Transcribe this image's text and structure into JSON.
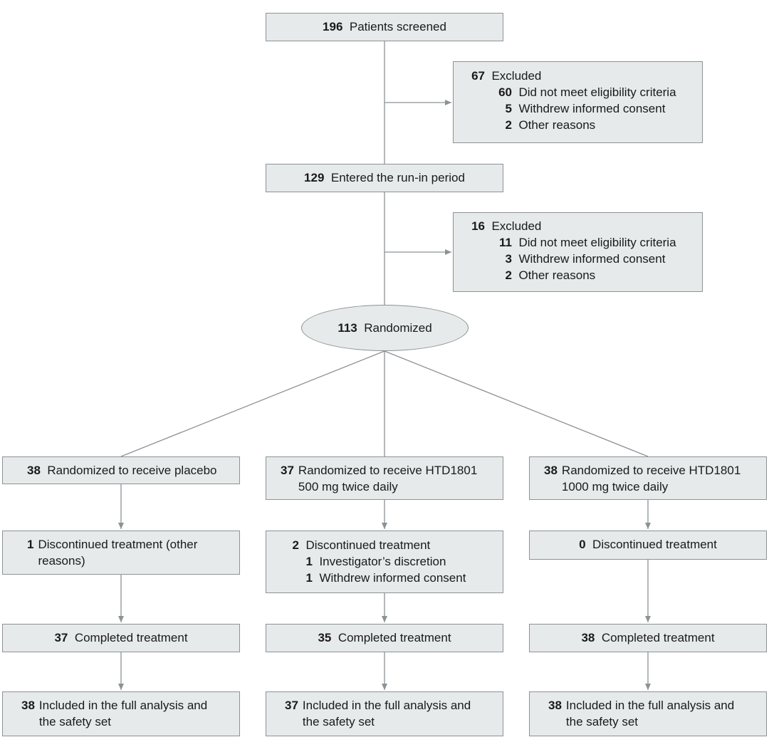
{
  "screened": {
    "n": "196",
    "label": "Patients screened"
  },
  "excluded1": {
    "n": "67",
    "label": "Excluded",
    "reasons": [
      {
        "n": "60",
        "label": "Did not meet eligibility criteria"
      },
      {
        "n": "5",
        "label": "Withdrew informed consent"
      },
      {
        "n": "2",
        "label": "Other reasons"
      }
    ]
  },
  "runin": {
    "n": "129",
    "label": "Entered the run-in period"
  },
  "excluded2": {
    "n": "16",
    "label": "Excluded",
    "reasons": [
      {
        "n": "11",
        "label": "Did not meet eligibility criteria"
      },
      {
        "n": "3",
        "label": "Withdrew informed consent"
      },
      {
        "n": "2",
        "label": "Other reasons"
      }
    ]
  },
  "randomized": {
    "n": "113",
    "label": "Randomized"
  },
  "arms": [
    {
      "alloc": {
        "n": "38",
        "label": "Randomized to receive placebo"
      },
      "disc": {
        "n": "1",
        "label": "Discontinued treatment (other reasons)",
        "reasons": []
      },
      "completed": {
        "n": "37",
        "label": "Completed treatment"
      },
      "analysis": {
        "n": "38",
        "label": "Included in the full analysis and the safety set"
      }
    },
    {
      "alloc": {
        "n": "37",
        "label": "Randomized to receive HTD1801 500 mg twice daily"
      },
      "disc": {
        "n": "2",
        "label": "Discontinued treatment",
        "reasons": [
          {
            "n": "1",
            "label": "Investigator’s discretion"
          },
          {
            "n": "1",
            "label": "Withdrew informed consent"
          }
        ]
      },
      "completed": {
        "n": "35",
        "label": "Completed treatment"
      },
      "analysis": {
        "n": "37",
        "label": "Included in the full analysis and the safety set"
      }
    },
    {
      "alloc": {
        "n": "38",
        "label": "Randomized to receive HTD1801 1000 mg twice daily"
      },
      "disc": {
        "n": "0",
        "label": "Discontinued treatment",
        "reasons": []
      },
      "completed": {
        "n": "38",
        "label": "Completed treatment"
      },
      "analysis": {
        "n": "38",
        "label": "Included in the full analysis and the safety set"
      }
    }
  ],
  "colors": {
    "box_fill": "#e6eaeb",
    "box_border": "#8c9294",
    "line": "#8c9294"
  }
}
